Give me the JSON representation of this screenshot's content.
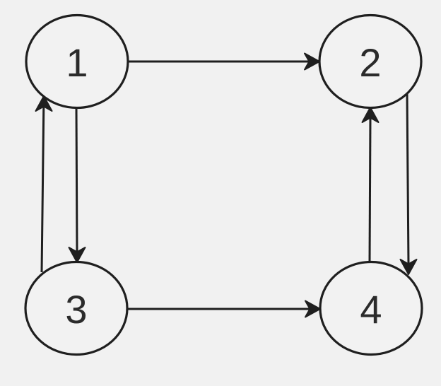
{
  "diagram": {
    "type": "directed-graph",
    "background_color": "#f1f1f1",
    "edge_color": "#1f1f1f",
    "node_border_color": "#1f1f1f",
    "node_fill_color": "#f2f2f2",
    "label_color": "#2b2b2b",
    "nodes": [
      {
        "id": "1",
        "label": "1"
      },
      {
        "id": "2",
        "label": "2"
      },
      {
        "id": "3",
        "label": "3"
      },
      {
        "id": "4",
        "label": "4"
      }
    ],
    "edges": [
      {
        "from": "1",
        "to": "2"
      },
      {
        "from": "1",
        "to": "3"
      },
      {
        "from": "3",
        "to": "1"
      },
      {
        "from": "3",
        "to": "4"
      },
      {
        "from": "4",
        "to": "2"
      },
      {
        "from": "2",
        "to": "4"
      }
    ]
  }
}
